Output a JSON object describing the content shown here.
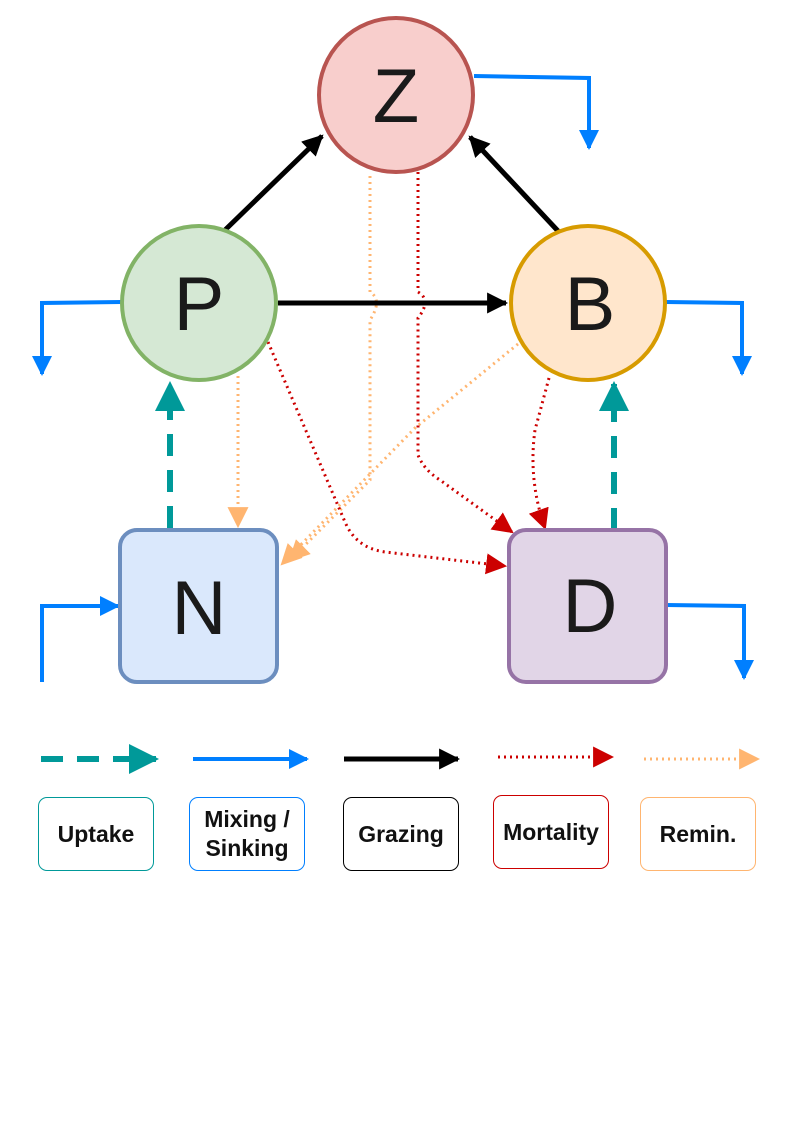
{
  "nodes": {
    "z": {
      "label": "Z",
      "fill": "#f8cecc",
      "stroke": "#b85450"
    },
    "p": {
      "label": "P",
      "fill": "#d5e8d4",
      "stroke": "#82b366"
    },
    "b": {
      "label": "B",
      "fill": "#ffe6cc",
      "stroke": "#d79b00"
    },
    "n": {
      "label": "N",
      "fill": "#dae8fc",
      "stroke": "#6c8ebf"
    },
    "d": {
      "label": "D",
      "fill": "#e1d5e7",
      "stroke": "#9673a6"
    }
  },
  "legend": {
    "uptake": {
      "label": "Uptake",
      "color": "#009999"
    },
    "mixing": {
      "label": "Mixing / Sinking",
      "color": "#007fff"
    },
    "grazing": {
      "label": "Grazing",
      "color": "#000000"
    },
    "mortality": {
      "label": "Mortality",
      "color": "#cc0000"
    },
    "remin": {
      "label": "Remin.",
      "color": "#ffb570"
    }
  }
}
